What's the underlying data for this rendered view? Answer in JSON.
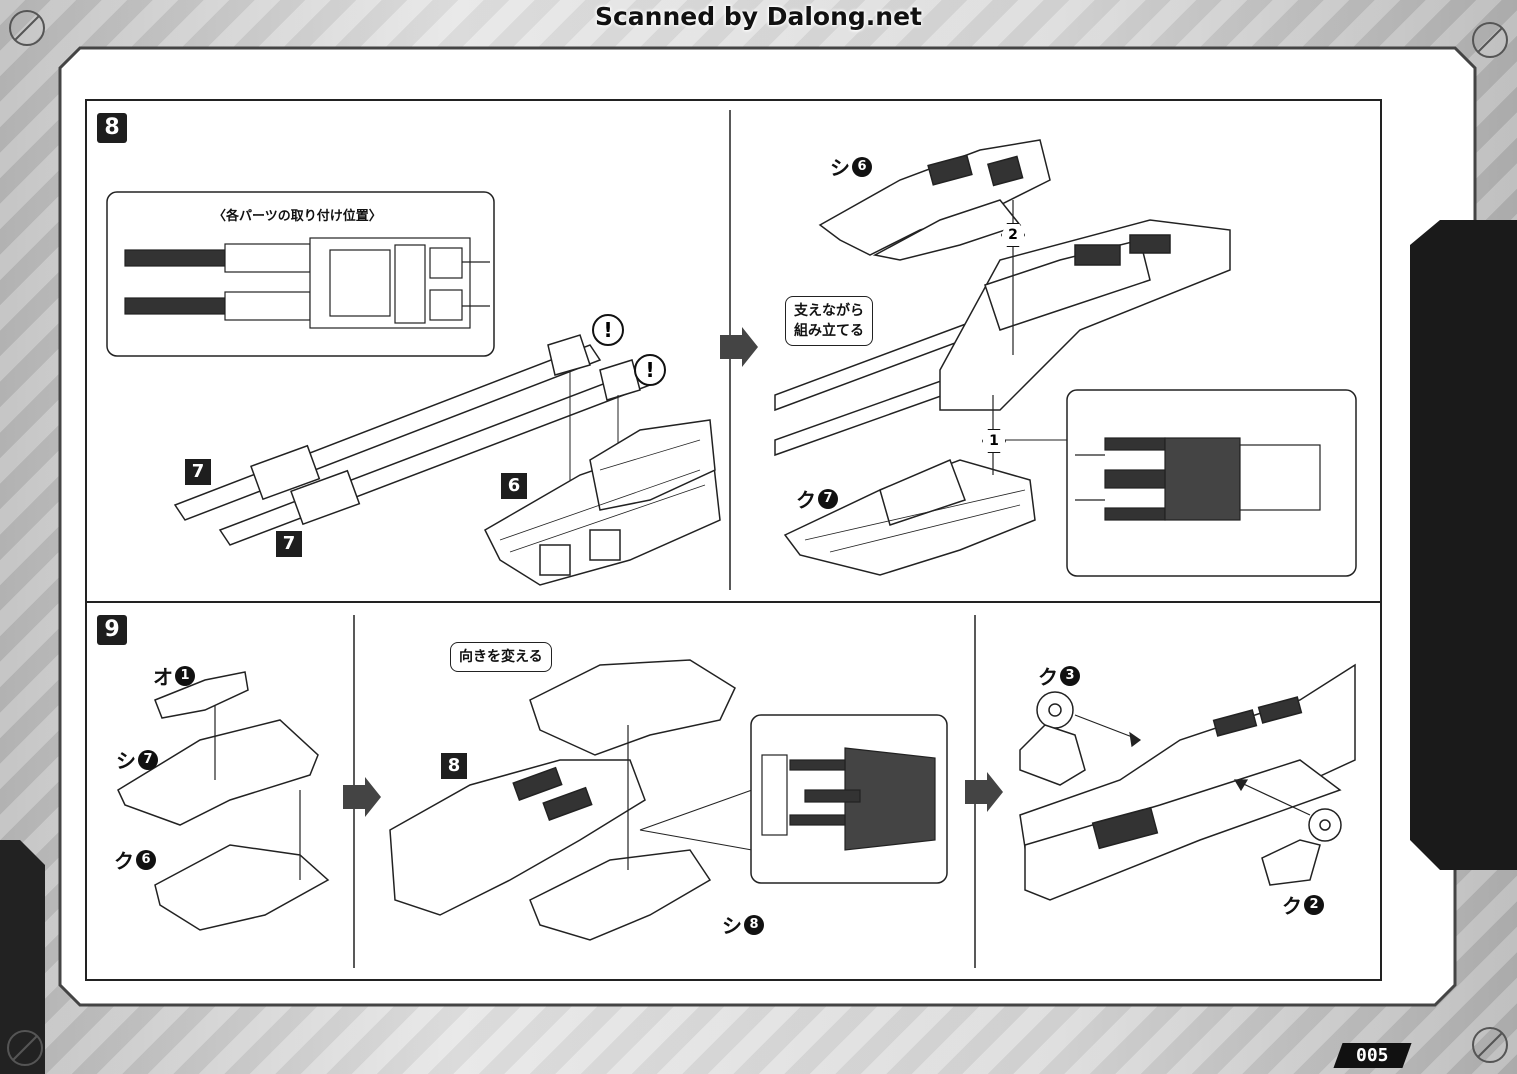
{
  "header": {
    "scan_credit": "Scanned by Dalong.net"
  },
  "step8": {
    "number": "8",
    "inset_title": "〈各パーツの取り付け位置〉",
    "parts": {
      "barrel_a": "7",
      "barrel_b": "7",
      "body": "6"
    },
    "warning_mark": "!",
    "note_support": [
      "支えながら",
      "組み立てる"
    ],
    "callouts": {
      "upper": {
        "letter": "シ",
        "num": "6"
      },
      "lower": {
        "letter": "ク",
        "num": "7"
      }
    },
    "order": {
      "first": "1",
      "second": "2"
    }
  },
  "step9": {
    "number": "9",
    "callouts": {
      "o1": {
        "letter": "オ",
        "num": "1"
      },
      "shi7": {
        "letter": "シ",
        "num": "7"
      },
      "ku6": {
        "letter": "ク",
        "num": "6"
      },
      "shi8": {
        "letter": "シ",
        "num": "8"
      },
      "ku3": {
        "letter": "ク",
        "num": "3"
      },
      "ku2": {
        "letter": "ク",
        "num": "2"
      }
    },
    "part_body": "8",
    "note_rotate": "向きを変える"
  },
  "footer": {
    "page_number": "005"
  }
}
